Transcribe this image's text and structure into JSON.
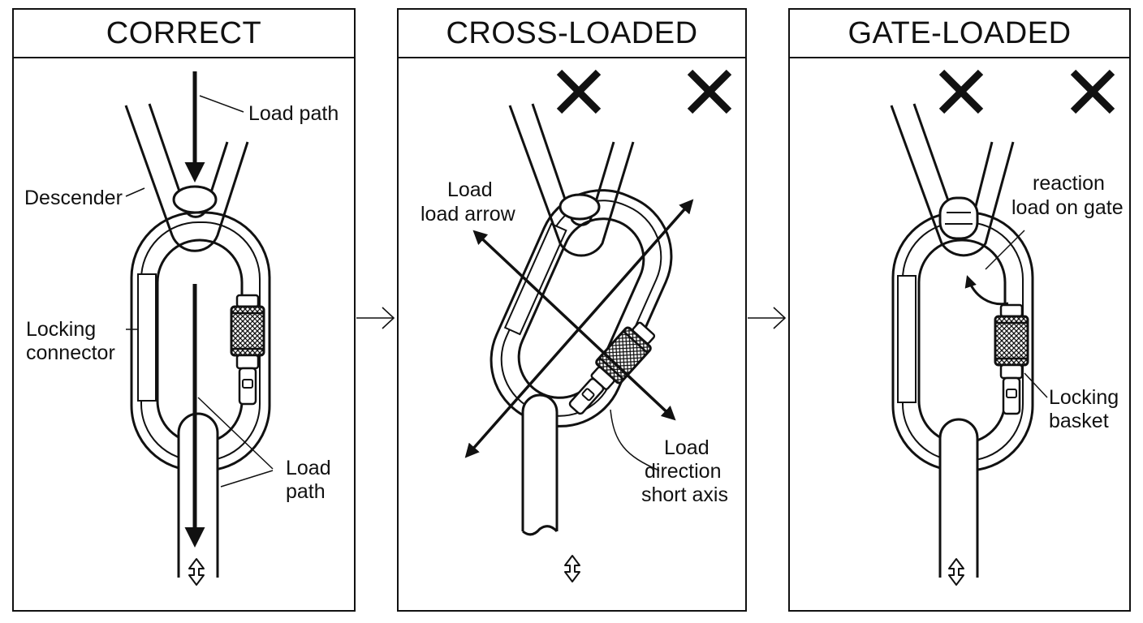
{
  "panels": [
    {
      "title": "CORRECT",
      "labels": {
        "load_path_top": "Load path",
        "descender": "Descender",
        "locking_connector_1": "Locking",
        "locking_connector_2": "connector",
        "load_path_bottom_1": "Load",
        "load_path_bottom_2": "path"
      }
    },
    {
      "title": "CROSS-LOADED",
      "labels": {
        "load_arrow_1": "Load",
        "load_arrow_2": "load arrow",
        "short_axis_1": "Load",
        "short_axis_2": "direction",
        "short_axis_3": "short axis"
      }
    },
    {
      "title": "GATE-LOADED",
      "labels": {
        "reaction_1": "reaction",
        "reaction_2": "load on gate",
        "locking_basket_1": "Locking",
        "locking_basket_2": "basket"
      }
    }
  ],
  "icons": [
    "x-mark-icon",
    "arrow-right-icon",
    "double-arrow-icon"
  ],
  "colors": {
    "ink": "#111111",
    "paper": "#ffffff"
  }
}
